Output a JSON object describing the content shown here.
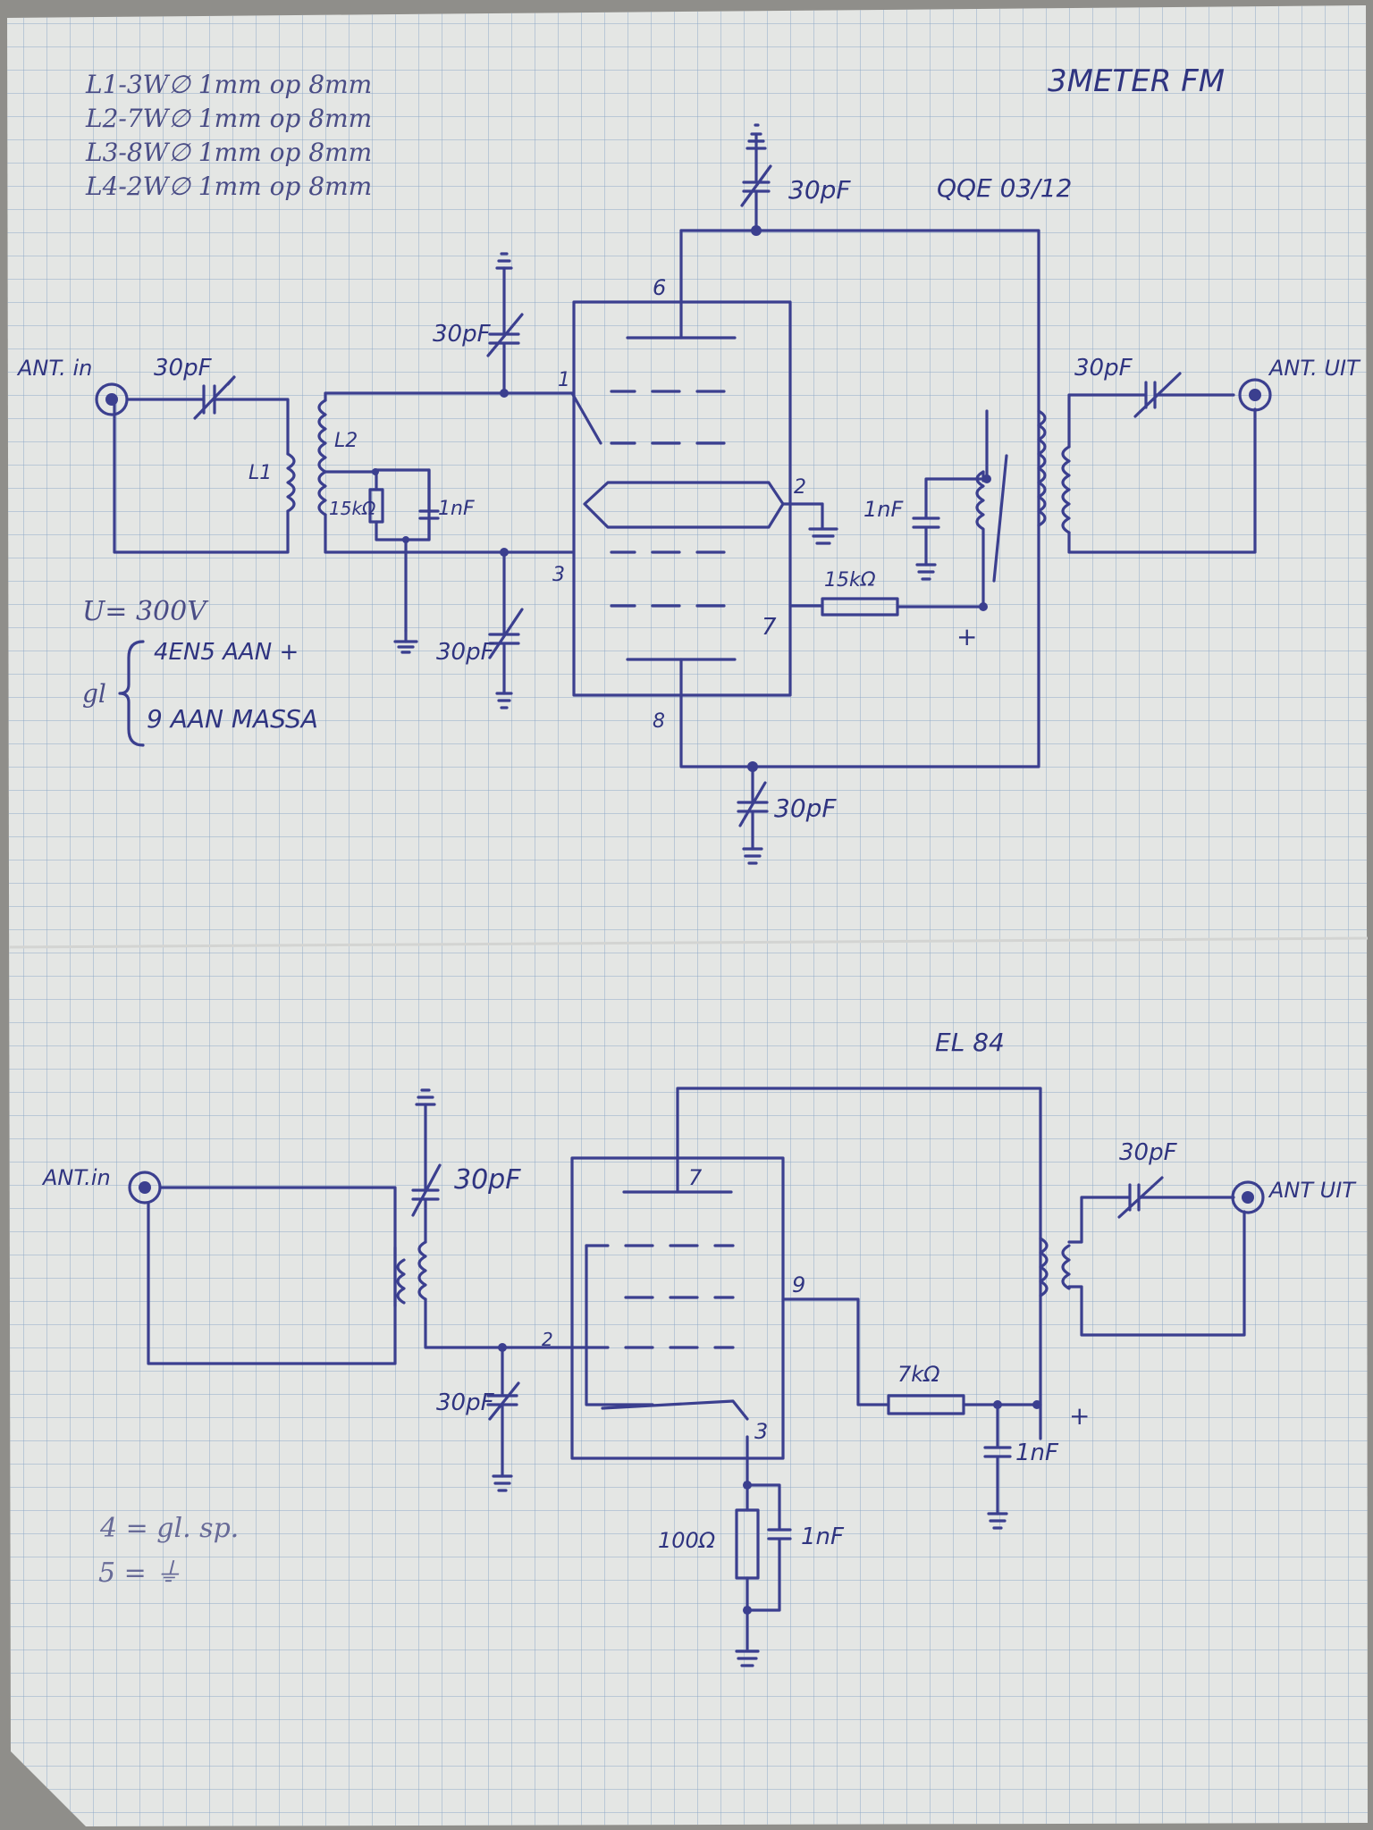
{
  "title": "3METER FM",
  "coil_notes": [
    "L1-3W∅ 1mm op 8mm",
    "L2-7W∅ 1mm op 8mm",
    "L3-8W∅ 1mm op 8mm",
    "L4-2W∅ 1mm op 8mm"
  ],
  "supply_notes": {
    "voltage": "U= 300V",
    "gl": "gl",
    "line1": "4EN5 AAN +",
    "line2": "9 AAN MASSA"
  },
  "top_circuit": {
    "tube": "QQE 03/12",
    "ant_in": "ANT. in",
    "ant_out": "ANT. UIT",
    "cap_in": "30pF",
    "cap_grid_top": "30pF",
    "cap_anode_top": "30pF",
    "cap_grid_bottom": "30pF",
    "cap_cathode": "30pF",
    "cap_out": "30pF",
    "l1": "L1",
    "l2": "L2",
    "r_grid": "15kΩ",
    "c_grid": "1nF",
    "c_supply": "1nF",
    "r_screen": "15kΩ",
    "plus": "+",
    "pins": [
      "1",
      "2",
      "3",
      "6",
      "7",
      "8"
    ]
  },
  "bottom_circuit": {
    "tube": "EL 84",
    "ant_in": "ANT.in",
    "ant_out": "ANT UIT",
    "cap_in_tune": "30pF",
    "cap_grid": "30pF",
    "cap_out": "30pF",
    "r_screen": "7kΩ",
    "c_supply": "1nF",
    "r_cathode": "100Ω",
    "c_cathode": "1nF",
    "plus": "+",
    "pins": [
      "7",
      "9",
      "2",
      "3"
    ],
    "notes": [
      "4 = gl. sp.",
      "5 = ⏚"
    ]
  }
}
